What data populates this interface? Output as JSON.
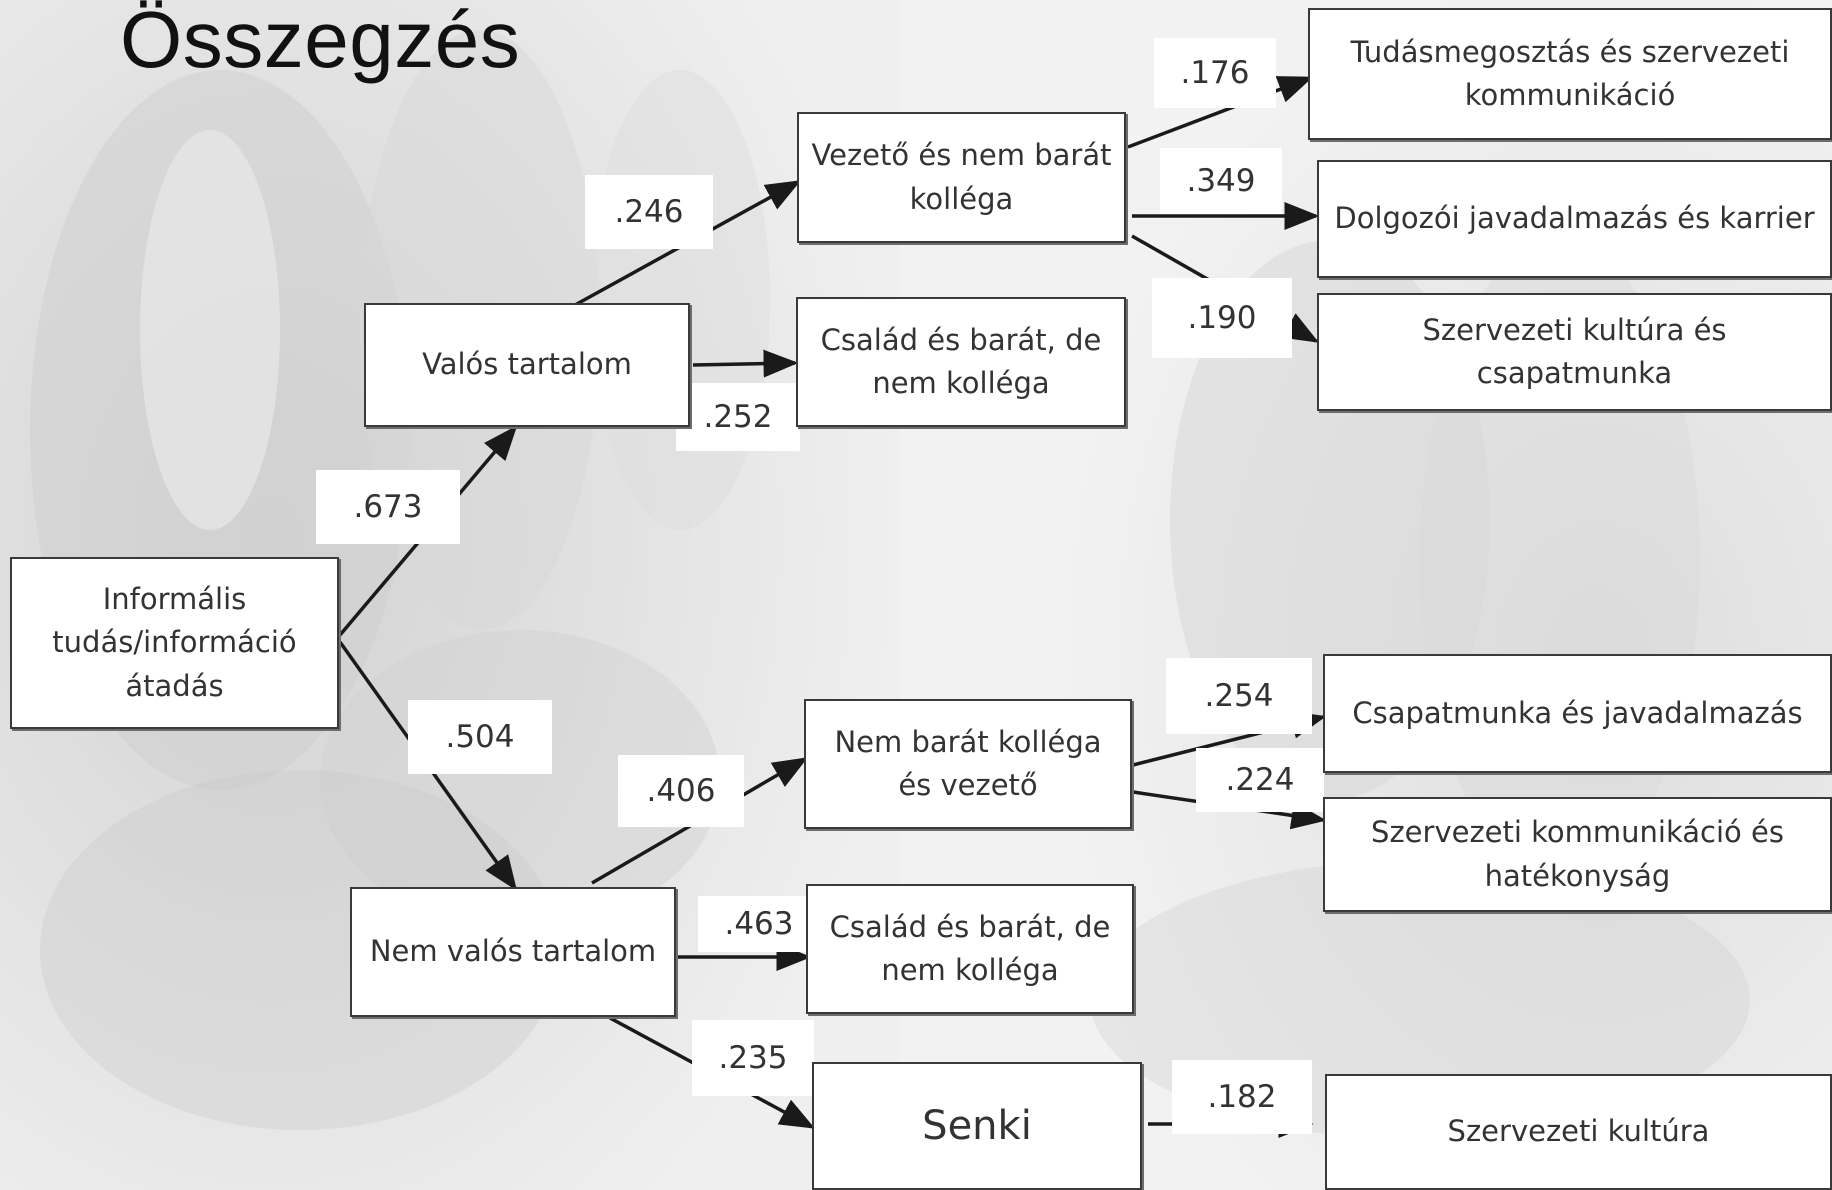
{
  "title": "Összegzés",
  "nodes": {
    "root": "Informális tudás/információ átadás",
    "real": "Valós tartalom",
    "unreal": "Nem valós tartalom",
    "leader_colleague": "Vezető és nem barát kolléga",
    "family_friend_1": "Család és barát, de nem kolléga",
    "colleague_leader": "Nem barát kolléga és vezető",
    "family_friend_2": "Család  és  barát, de nem kolléga",
    "nobody": "Senki",
    "knowledge_sharing": "Tudásmegosztás és szervezeti kommunikáció",
    "reward_career": "Dolgozói javadalmazás és karrier",
    "culture_teamwork": "Szervezeti kultúra és csapatmunka",
    "teamwork_reward": "Csapatmunka és javadalmazás",
    "communication_efficiency": "Szervezeti kommunikáció és hatékonyság",
    "culture": "Szervezeti  kultúra"
  },
  "coefficients": {
    "root_real": ".673",
    "root_unreal": ".504",
    "real_leader": ".246",
    "real_family": ".252",
    "leader_knowledge": ".176",
    "leader_reward": ".349",
    "leader_culture": ".190",
    "unreal_colleague": ".406",
    "unreal_family": ".463",
    "unreal_nobody": ".235",
    "colleague_teamwork": ".254",
    "colleague_communication": ".224",
    "nobody_culture": ".182"
  }
}
